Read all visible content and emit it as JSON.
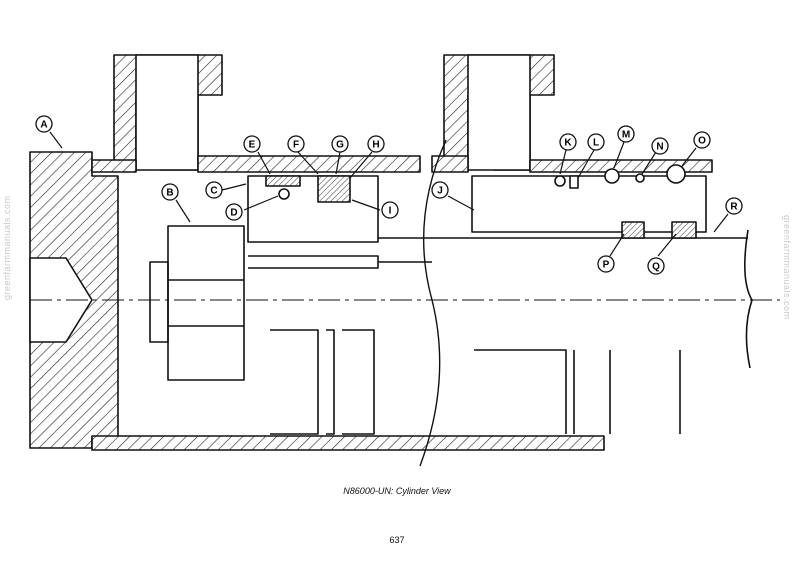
{
  "caption": "N86000-UN: Cylinder View",
  "page_number": "637",
  "watermark": "greenfarmmanuals.com",
  "callouts": [
    {
      "id": "A",
      "text": "A"
    },
    {
      "id": "B",
      "text": "B"
    },
    {
      "id": "C",
      "text": "C"
    },
    {
      "id": "D",
      "text": "D"
    },
    {
      "id": "E",
      "text": "E"
    },
    {
      "id": "F",
      "text": "F"
    },
    {
      "id": "G",
      "text": "G"
    },
    {
      "id": "H",
      "text": "H"
    },
    {
      "id": "I",
      "text": "I"
    },
    {
      "id": "J",
      "text": "J"
    },
    {
      "id": "K",
      "text": "K"
    },
    {
      "id": "L",
      "text": "L"
    },
    {
      "id": "M",
      "text": "M"
    },
    {
      "id": "N",
      "text": "N"
    },
    {
      "id": "O",
      "text": "O"
    },
    {
      "id": "P",
      "text": "P"
    },
    {
      "id": "Q",
      "text": "Q"
    },
    {
      "id": "R",
      "text": "R"
    }
  ]
}
